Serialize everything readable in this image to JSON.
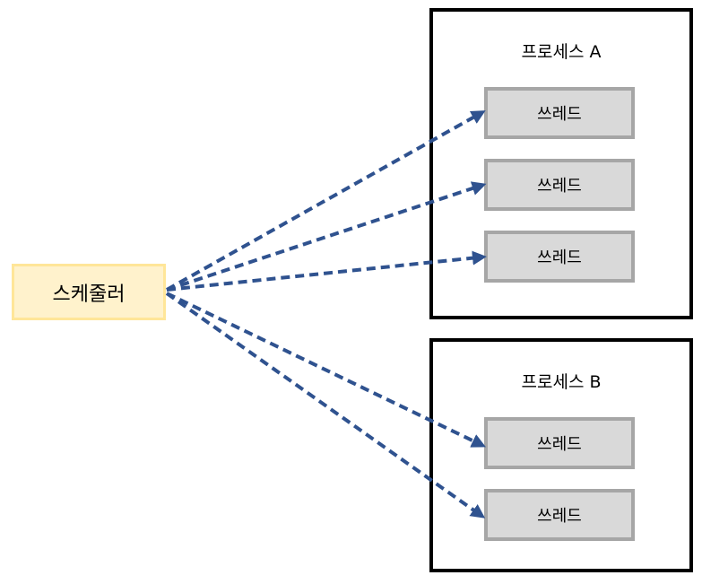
{
  "scheduler": {
    "label": "스케줄러"
  },
  "processes": [
    {
      "title": "프로세스 A",
      "threads": [
        "쓰레드",
        "쓰레드",
        "쓰레드"
      ]
    },
    {
      "title": "프로세스 B",
      "threads": [
        "쓰레드",
        "쓰레드"
      ]
    }
  ],
  "colors": {
    "arrow": "#2f528f",
    "scheduler_fill": "#fff2cc",
    "scheduler_border": "#ffe699",
    "thread_fill": "#d9d9d9",
    "thread_border": "#a6a6a6"
  }
}
